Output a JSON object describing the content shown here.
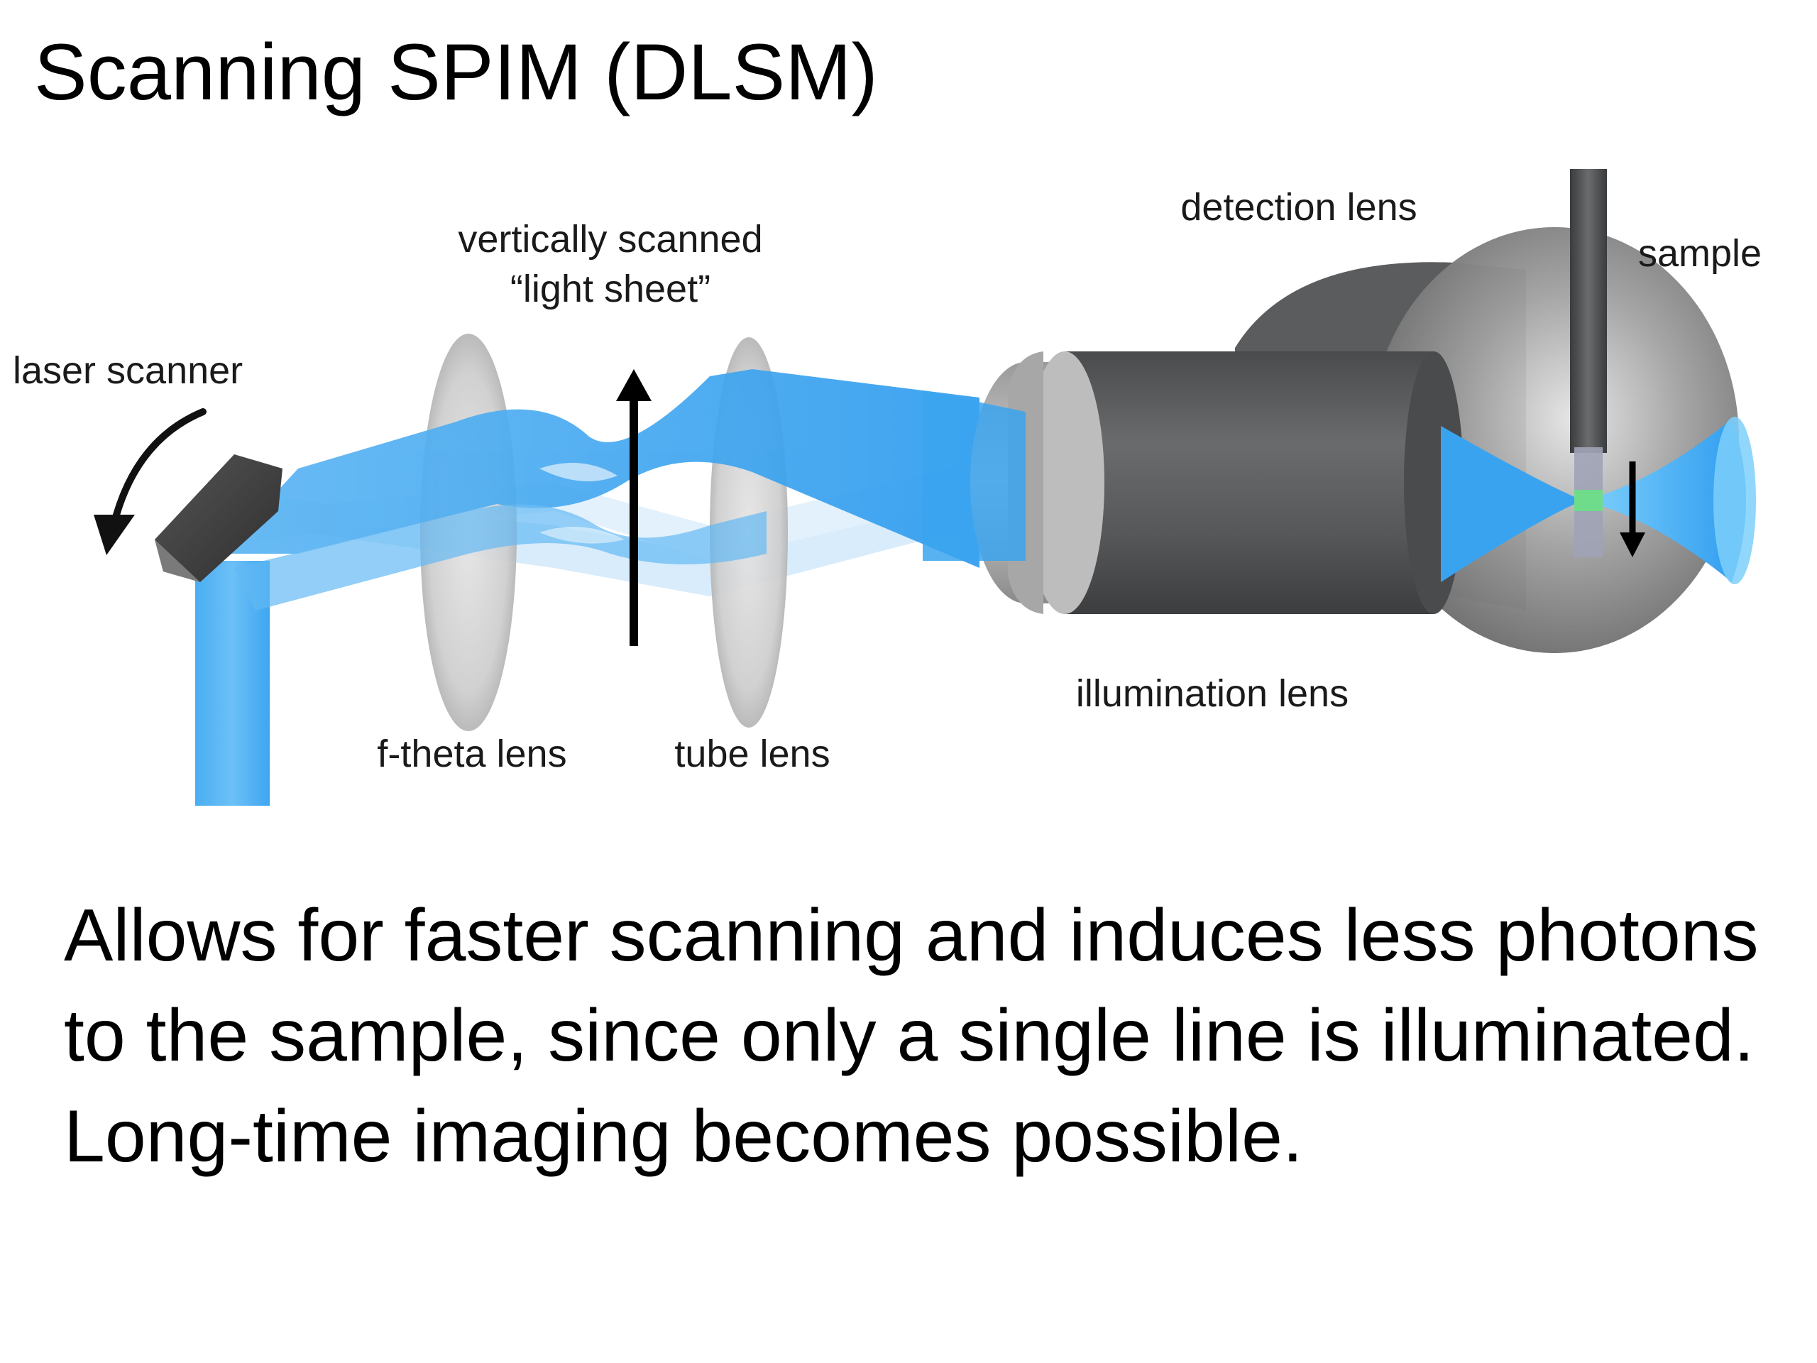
{
  "title": "Scanning SPIM (DLSM)",
  "labels": {
    "detection_lens": "detection lens",
    "sample": "sample",
    "light_sheet_line1": "vertically scanned",
    "light_sheet_line2": "“light sheet”",
    "laser_scanner": "laser scanner",
    "illumination_lens": "illumination lens",
    "f_theta_lens": "f-theta lens",
    "tube_lens": "tube lens"
  },
  "colors": {
    "beam": "#3aa3f0",
    "beam_light": "#a9d6f7",
    "lens_gray": "#c9c9c9",
    "objective_dark": "#58595b",
    "focus_green": "#6fdc8c"
  },
  "body": "Allows for faster scanning and induces less photons to the sample, since only a single line is illuminated. Long-time imaging becomes possible."
}
